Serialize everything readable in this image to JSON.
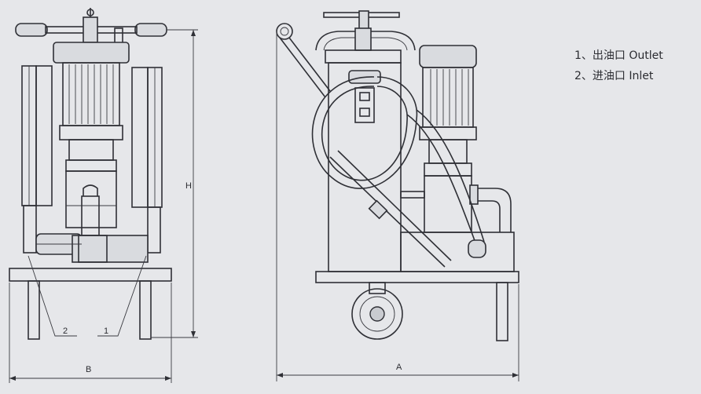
{
  "legend": {
    "item1": "1、出油口 Outlet",
    "item2": "2、进油口 Inlet"
  },
  "labels": {
    "dim_height": "H",
    "dim_width_b": "B",
    "dim_length_a": "A",
    "callout_inlet": "2",
    "callout_outlet": "1"
  }
}
